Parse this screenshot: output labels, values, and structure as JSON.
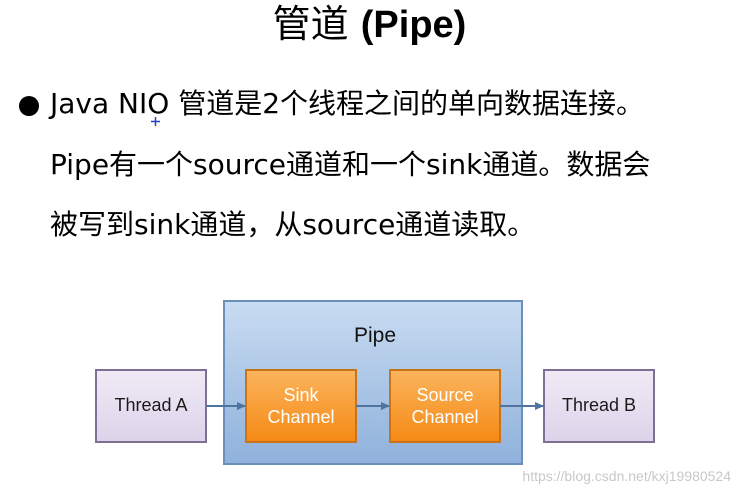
{
  "slide": {
    "title_cn": "管道 ",
    "title_en": "(Pipe)",
    "lines": [
      "Java NIO 管道是2个线程之间的单向数据连接。",
      "Pipe有一个source通道和一个sink通道。数据会",
      "被写到sink通道，从source通道读取。"
    ]
  },
  "diagram": {
    "pipe_label": "Pipe",
    "thread_a": "Thread A",
    "thread_b": "Thread B",
    "sink_line1": "Sink",
    "sink_line2": "Channel",
    "source_line1": "Source",
    "source_line2": "Channel",
    "colors": {
      "thread_fill": "#e6dff0",
      "thread_border": "#7f6f92",
      "pipe_fill": "#9dbce0",
      "pipe_border": "#6a8fbb",
      "channel_fill": "#f8941d",
      "channel_border": "#c9741a",
      "arrow": "#5b7fa7"
    }
  },
  "watermark": "https://blog.csdn.net/kxj19980524"
}
